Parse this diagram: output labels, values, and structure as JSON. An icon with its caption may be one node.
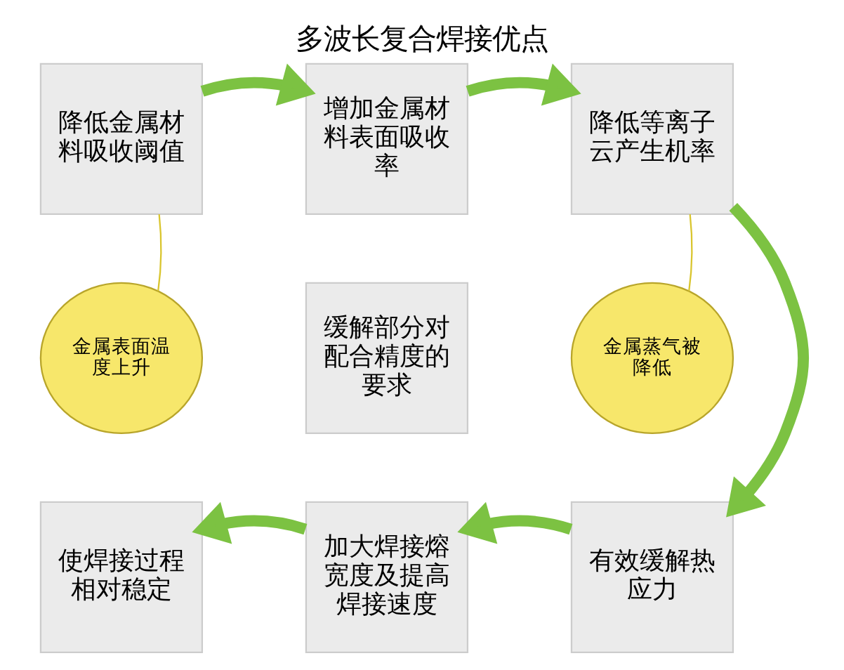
{
  "diagram": {
    "title": "多波长复合焊接优点",
    "nodes": [
      {
        "text": [
          "降低金属材料吸收阈值"
        ]
      },
      {
        "text": [
          "增加金属材料表面吸收率"
        ]
      },
      {
        "text": [
          "降低等离子云产生机率"
        ]
      },
      {
        "text": [
          "金属表面温度上升"
        ]
      },
      {
        "text": [
          "缓解部分对配合精度的要求"
        ]
      },
      {
        "text": [
          "金属蒸气被降低"
        ]
      },
      {
        "text": [
          "有效缓解热应力"
        ]
      },
      {
        "text": [
          "加大焊接熔宽度及提高焊接速度"
        ]
      },
      {
        "text": [
          "使焊接过程相对稳定"
        ]
      }
    ],
    "edges": [
      {
        "from": 0,
        "to": 1,
        "arrow": "to"
      },
      {
        "from": 1,
        "to": 2,
        "arrow": "to"
      },
      {
        "from": 2,
        "to": 6,
        "arrow": "to"
      },
      {
        "from": 6,
        "to": 7,
        "arrow": "to"
      },
      {
        "from": 7,
        "to": 8,
        "arrow": "to"
      },
      {
        "from": 3,
        "to": 0,
        "arrow": "none",
        "color": "#d9c52e"
      },
      {
        "from": 5,
        "to": 2,
        "arrow": "none",
        "color": "#d9c52e"
      }
    ]
  }
}
